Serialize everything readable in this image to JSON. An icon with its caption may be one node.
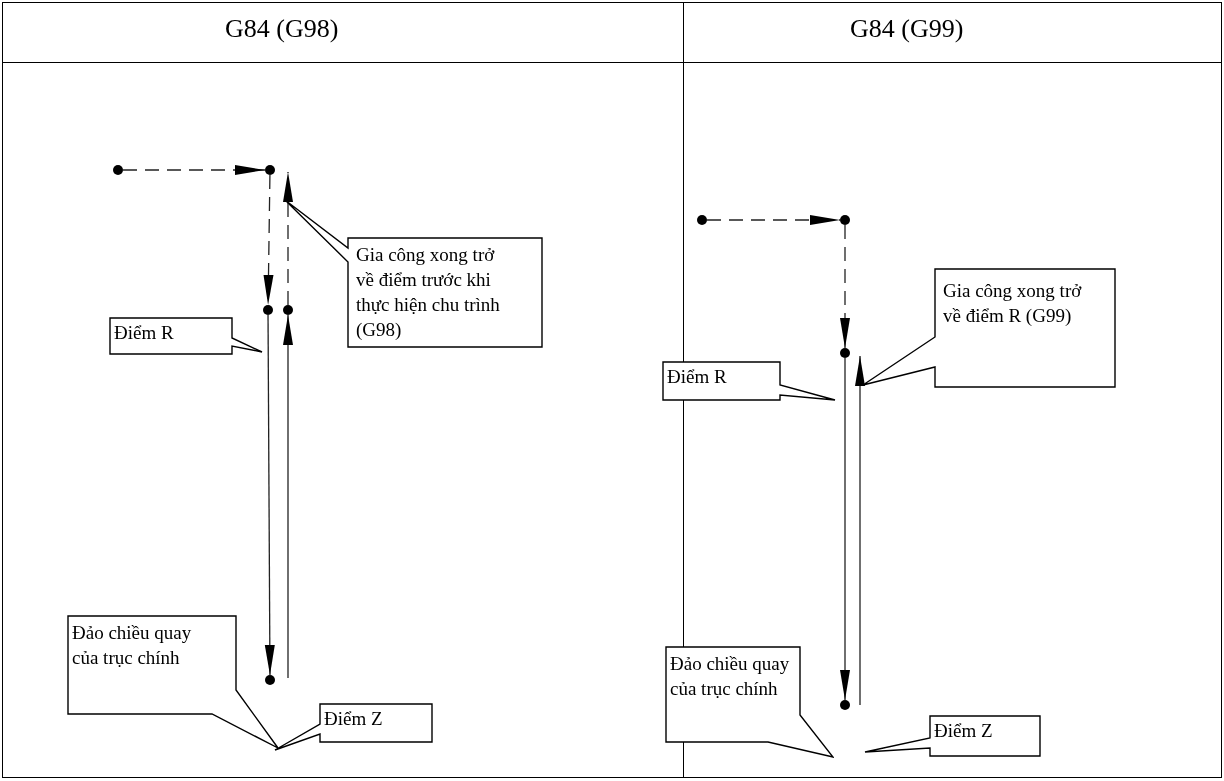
{
  "diagram": {
    "nodes": [
      {
        "text": [],
        "shape": "circle"
      },
      {
        "text": [],
        "shape": "circle"
      },
      {
        "text": [
          "Gia công xong trở về điểm trước khi thực hiện chu trình (G98)"
        ]
      },
      {
        "text": [],
        "shape": "circle"
      },
      {
        "text": [],
        "shape": "circle"
      },
      {
        "text": [
          "Điểm R"
        ]
      },
      {
        "text": [
          "Đảo chiều quay của trục chính"
        ]
      },
      {
        "text": [],
        "shape": "circle"
      },
      {
        "text": [
          "Điểm Z"
        ]
      },
      {
        "text": [],
        "shape": "circle"
      },
      {
        "text": [],
        "shape": "circle"
      },
      {
        "text": [
          "Gia công xong trở về điểm R (G99)"
        ]
      },
      {
        "text": [],
        "shape": "circle"
      },
      {
        "text": [
          "Điểm R"
        ]
      },
      {
        "text": [
          "Đảo chiều quay của trục chính"
        ]
      },
      {
        "text": [],
        "shape": "circle"
      },
      {
        "text": [
          "Điểm Z"
        ]
      }
    ],
    "edges": [
      {
        "from": 0,
        "to": 1,
        "arrow": "to",
        "style": "dashed"
      },
      {
        "from": 1,
        "to": 3,
        "arrow": "to",
        "style": "dashed"
      },
      {
        "from": 3,
        "to": 7,
        "arrow": "to"
      },
      {
        "from": 7,
        "to": 4,
        "arrow": "to"
      },
      {
        "from": 4,
        "to": 1,
        "arrow": "to",
        "style": "dashed"
      },
      {
        "from": 9,
        "to": 10,
        "arrow": "to",
        "style": "dashed"
      },
      {
        "from": 10,
        "to": 12,
        "arrow": "to",
        "style": "dashed"
      },
      {
        "from": 12,
        "to": 15,
        "arrow": "to"
      },
      {
        "from": 15,
        "to": 12,
        "arrow": "to"
      }
    ],
    "labels": [
      "G84 (G98)",
      "G84 (G99)"
    ]
  }
}
